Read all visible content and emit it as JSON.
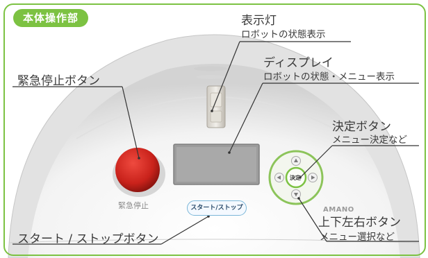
{
  "title": "本体操作部",
  "labels": {
    "indicator": {
      "title": "表示灯",
      "desc": "ロボットの状態表示"
    },
    "display": {
      "title": "ディスプレイ",
      "desc": "ロボットの状態・メニュー表示"
    },
    "emergency": {
      "title": "緊急停止ボタン"
    },
    "enter": {
      "title": "決定ボタン",
      "desc": "メニュー決定など"
    },
    "arrows": {
      "title": "上下左右ボタン",
      "desc": "メニュー選択など"
    },
    "startstop": {
      "title": "スタート / ストップボタン"
    }
  },
  "device": {
    "emergency_caption": "緊急停止",
    "startstop_button": "スタート/ストップ",
    "enter_button": "決定",
    "brand": "AMANO"
  },
  "colors": {
    "accent": "#7cc242",
    "emergency": "#d42a22",
    "leader": "#333333"
  }
}
